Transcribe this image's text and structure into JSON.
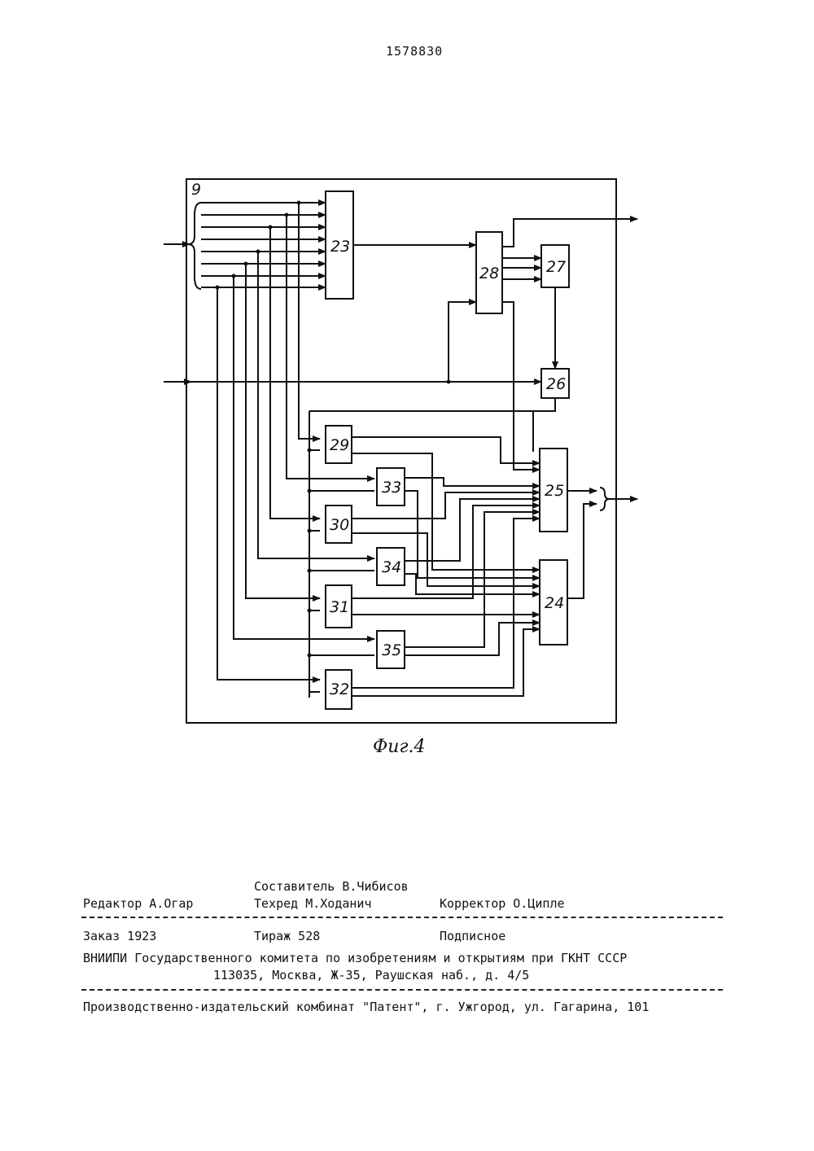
{
  "header": {
    "patent_number": "1578830"
  },
  "figure": {
    "caption": "Фиг.4",
    "bus_label": "9",
    "blocks": [
      "23",
      "28",
      "27",
      "26",
      "29",
      "33",
      "30",
      "34",
      "31",
      "35",
      "32",
      "25",
      "24"
    ]
  },
  "imprint": {
    "compiler": "Составитель В.Чибисов",
    "editor": "Редактор А.Огар",
    "techred": "Техред М.Ходанич",
    "corrector": "Корректор О.Ципле",
    "order": "Заказ 1923",
    "circulation": "Тираж 528",
    "subscription": "Подписное",
    "org_line": "ВНИИПИ Государственного комитета по изобретениям и открытиям при ГКНТ СССР",
    "address": "113035, Москва, Ж-35, Раушская наб., д. 4/5",
    "printer": "Производственно-издательский комбинат \"Патент\", г. Ужгород, ул. Гагарина, 101"
  }
}
